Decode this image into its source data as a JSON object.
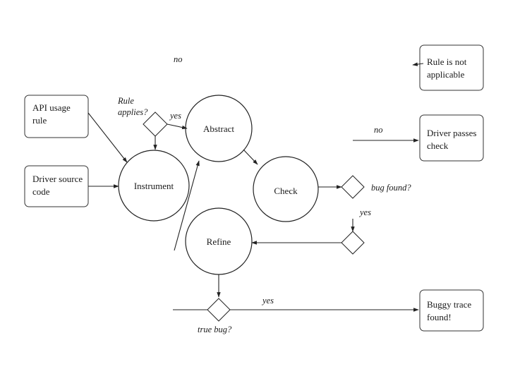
{
  "colors": {
    "stroke": "#222222",
    "background": "#ffffff"
  },
  "nodes": {
    "api_rule": [
      "API usage",
      "rule"
    ],
    "driver_source": [
      "Driver source",
      "code"
    ],
    "instrument": [
      "Instrument"
    ],
    "abstract": [
      "Abstract"
    ],
    "check": [
      "Check"
    ],
    "refine": [
      "Refine"
    ],
    "rule_not_applicable": [
      "Rule is not",
      "applicable"
    ],
    "driver_passes": [
      "Driver passes",
      "check"
    ],
    "buggy_trace": [
      "Buggy trace",
      "found!"
    ]
  },
  "labels": {
    "no_top": "no",
    "rule_applies_1": "Rule",
    "rule_applies_2": "applies?",
    "yes_rule": "yes",
    "no_passes": "no",
    "bug_found": "bug found?",
    "yes_bug": "yes",
    "yes_true": "yes",
    "true_bug": "true bug?"
  }
}
